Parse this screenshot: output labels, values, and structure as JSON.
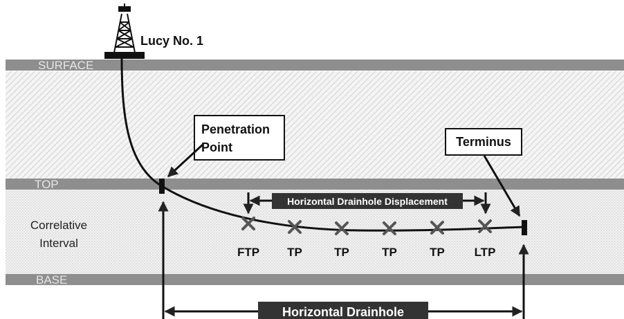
{
  "well": {
    "name": "Lucy No. 1"
  },
  "layers": {
    "surface": "SURFACE",
    "top": "TOP",
    "base": "BASE"
  },
  "interval_label": {
    "line1": "Correlative",
    "line2": "Interval"
  },
  "callouts": {
    "penetration": {
      "line1": "Penetration",
      "line2": "Point"
    },
    "terminus": "Terminus"
  },
  "dimensions": {
    "displacement": "Horizontal Drainhole Displacement",
    "drainhole": "Horizontal Drainhole"
  },
  "points": [
    "FTP",
    "TP",
    "TP",
    "TP",
    "TP",
    "LTP"
  ]
}
